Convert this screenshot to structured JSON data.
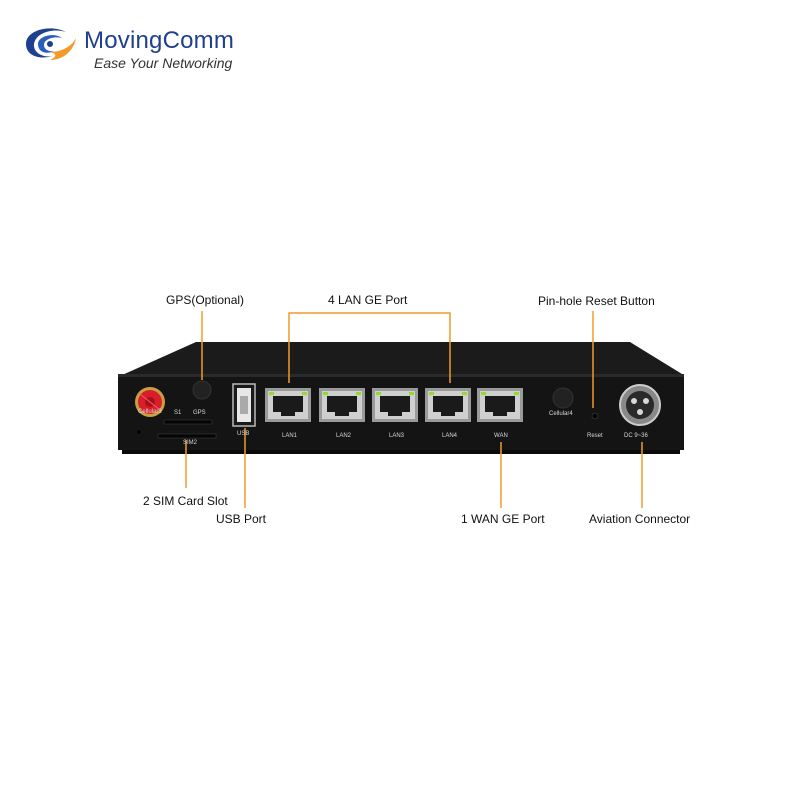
{
  "logo": {
    "brand": "MovingComm",
    "tagline": "Ease Your Networking",
    "brand_color": "#1f3f8f",
    "accent_color": "#f39a2a"
  },
  "callouts": {
    "gps": "GPS(Optional)",
    "lan": "4 LAN GE Port",
    "reset": "Pin-hole Reset Button",
    "sim": "2 SIM Card Slot",
    "usb": "USB Port",
    "wan": "1 WAN GE Port",
    "aviation": "Aviation Connector"
  },
  "panel": {
    "cellular3": "Cellular3",
    "s1": "S1",
    "gps": "GPS",
    "sim2": "SIM2",
    "usb": "USB",
    "ports": [
      "LAN1",
      "LAN2",
      "LAN3",
      "LAN4",
      "WAN"
    ],
    "cellular4": "Cellular4",
    "reset": "Reset",
    "dc": "DC 9~36"
  },
  "colors": {
    "leader_line": "#f39a2a",
    "antenna": "#d81e2a",
    "body": "#141414",
    "led": "#8fdc2a"
  }
}
